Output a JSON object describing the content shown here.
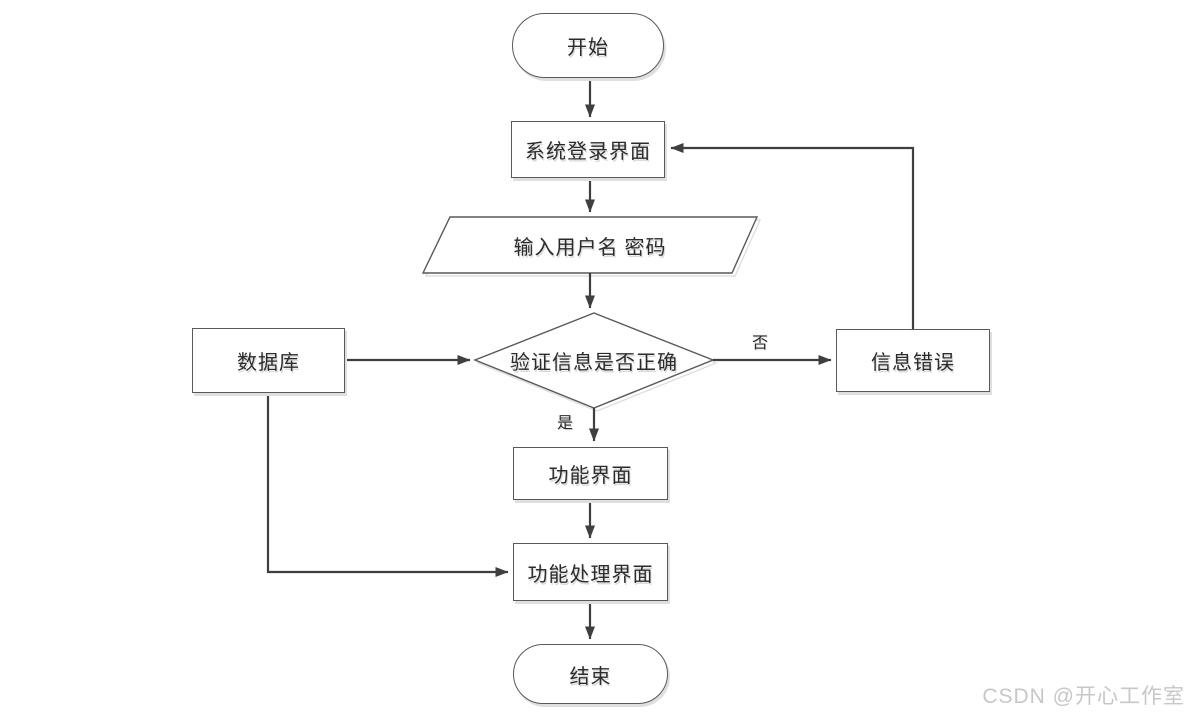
{
  "diagram": {
    "nodes": {
      "start": {
        "label": "开始",
        "shape": "terminator"
      },
      "login": {
        "label": "系统登录界面",
        "shape": "process"
      },
      "input": {
        "label": "输入用户名 密码",
        "shape": "input-output"
      },
      "verify": {
        "label": "验证信息是否正确",
        "shape": "decision"
      },
      "database": {
        "label": "数据库",
        "shape": "process"
      },
      "error": {
        "label": "信息错误",
        "shape": "process"
      },
      "function_ui": {
        "label": "功能界面",
        "shape": "process"
      },
      "function_process": {
        "label": "功能处理界面",
        "shape": "process"
      },
      "end": {
        "label": "结束",
        "shape": "terminator"
      }
    },
    "edge_labels": {
      "no": "否",
      "yes": "是"
    }
  },
  "watermark": {
    "text": "CSDN @开心工作室"
  },
  "colors": {
    "background": "#ffffff",
    "connector": "#3f3f3f",
    "shape_border": "#595959",
    "text": "#2b2b2b",
    "shadow": "#dfdfdf",
    "watermark": "#c7c7c7"
  }
}
